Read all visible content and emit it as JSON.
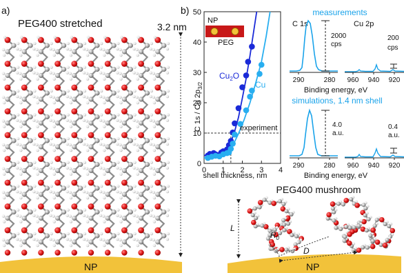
{
  "panel_a": {
    "label": "a)",
    "title": "PEG400 stretched",
    "length": "3.2 nm",
    "np_label": "NP",
    "chain_count": 10,
    "units_per_chain": 9
  },
  "panel_b": {
    "label": "b)",
    "inset": {
      "np": "NP",
      "peg": "PEG"
    },
    "y_label_main": "C 1s / Cu 2p",
    "y_label_sub": "3/2",
    "x_label": "shell thickness, nm",
    "threshold_label": "experiment",
    "series_cu2o": "Cu",
    "series_cu2o_sub": "2",
    "series_cu2o_tail": "O",
    "series_cu": "Cu",
    "colors": {
      "cu2o": "#1a2ad8",
      "cu": "#28aef0",
      "spectrum": "#1aa3ea",
      "np_gold": "#f2c23a"
    }
  },
  "spectra": {
    "meas_title": "measurements",
    "sim_title": "simulations, 1.4 nm shell",
    "c1s": "C 1s",
    "cu2p": "Cu 2p",
    "xlabel": "Binding energy, eV",
    "meas_scale_c": [
      "2000",
      "cps"
    ],
    "meas_scale_cu": [
      "200",
      "cps"
    ],
    "sim_scale_c": [
      "4.0",
      "a.u."
    ],
    "sim_scale_cu": [
      "0.4",
      "a.u."
    ],
    "c_ticks": [
      "290",
      "280"
    ],
    "cu_ticks": [
      "960",
      "940",
      "920"
    ]
  },
  "panel_mushroom": {
    "title": "PEG400 mushroom",
    "L": "L",
    "R": "R",
    "R_sub": "0",
    "D": "D",
    "np_label": "NP"
  },
  "chart_data": {
    "type": "scatter",
    "xlabel": "shell thickness, nm",
    "ylabel": "C 1s / Cu 2p3/2",
    "xlim": [
      0,
      4
    ],
    "ylim": [
      0,
      50
    ],
    "x_ticks": [
      0,
      1,
      2,
      3,
      4
    ],
    "y_ticks": [
      0,
      10,
      20,
      30,
      40,
      50
    ],
    "threshold": {
      "y": 10,
      "x": 1.4,
      "label": "experiment"
    },
    "series": [
      {
        "name": "Cu2O",
        "points": [
          [
            0.2,
            2.6
          ],
          [
            0.3,
            3.1
          ],
          [
            0.5,
            3.4
          ],
          [
            0.6,
            3.0
          ],
          [
            0.8,
            2.8
          ],
          [
            0.9,
            3.6
          ],
          [
            1.0,
            4.0
          ],
          [
            1.1,
            3.5
          ],
          [
            1.2,
            4.6
          ],
          [
            1.3,
            6.0
          ],
          [
            1.4,
            7.4
          ],
          [
            1.5,
            10.2
          ],
          [
            1.6,
            13.2
          ],
          [
            1.8,
            18.2
          ],
          [
            2.0,
            25.1
          ],
          [
            2.2,
            29.0
          ],
          [
            2.3,
            33.5
          ],
          [
            2.5,
            38.5
          ]
        ],
        "curve": [
          [
            0,
            2.6
          ],
          [
            0.5,
            2.9
          ],
          [
            1.0,
            3.9
          ],
          [
            1.2,
            4.9
          ],
          [
            1.4,
            7.0
          ],
          [
            1.6,
            10.6
          ],
          [
            1.8,
            15.2
          ],
          [
            2.0,
            21.5
          ],
          [
            2.2,
            28.0
          ],
          [
            2.4,
            35.5
          ],
          [
            2.6,
            43.8
          ],
          [
            2.75,
            50
          ]
        ]
      },
      {
        "name": "Cu",
        "points": [
          [
            0.2,
            1.8
          ],
          [
            0.4,
            2.2
          ],
          [
            0.6,
            2.5
          ],
          [
            0.8,
            2.3
          ],
          [
            1.0,
            3.0
          ],
          [
            1.2,
            3.4
          ],
          [
            1.3,
            3.6
          ],
          [
            1.4,
            4.8
          ],
          [
            1.5,
            6.5
          ],
          [
            1.6,
            9.5
          ],
          [
            1.9,
            13.0
          ],
          [
            2.2,
            17.5
          ],
          [
            2.4,
            22.0
          ],
          [
            2.5,
            24.0
          ],
          [
            2.9,
            29.5
          ],
          [
            3.0,
            32.5
          ]
        ],
        "curve": [
          [
            0,
            1.8
          ],
          [
            0.5,
            2.2
          ],
          [
            1.0,
            2.8
          ],
          [
            1.4,
            4.6
          ],
          [
            1.8,
            9.8
          ],
          [
            2.1,
            14.5
          ],
          [
            2.4,
            20.0
          ],
          [
            2.7,
            26.5
          ],
          [
            3.0,
            33.5
          ],
          [
            3.25,
            42.0
          ],
          [
            3.45,
            50
          ]
        ]
      }
    ]
  }
}
